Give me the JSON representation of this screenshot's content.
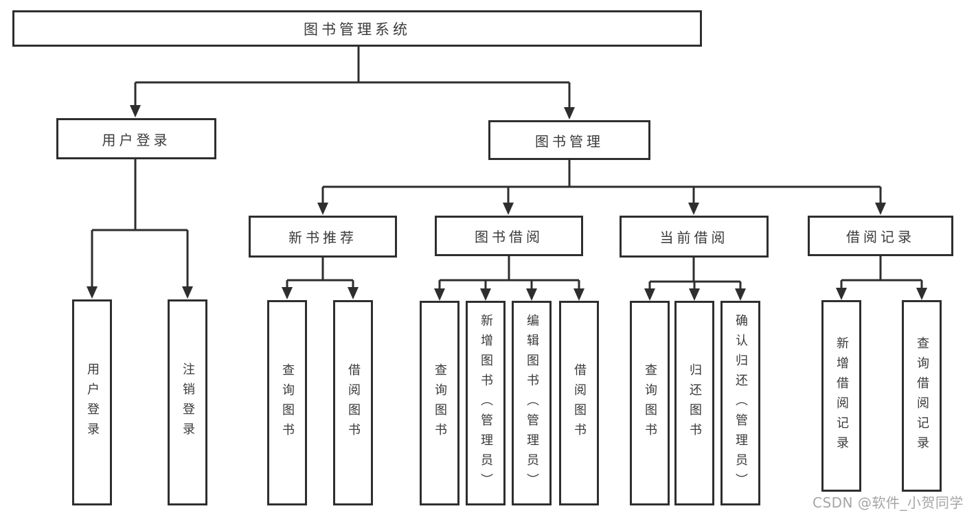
{
  "diagram_title": "图书管理系统",
  "nodes": {
    "root": "图书管理系统",
    "user_login": "用户登录",
    "book_management": "图书管理",
    "new_book_recommend": "新书推荐",
    "book_borrowing": "图书借阅",
    "current_borrowing": "当前借阅",
    "borrowing_records": "借阅记录",
    "leaf_user_login": "用户登录",
    "leaf_logout": "注销登录",
    "leaf_recommend_query_books": "查询图书",
    "leaf_recommend_borrow_books": "借阅图书",
    "leaf_borrowing_query_books": "查询图书",
    "leaf_borrowing_add_books": "新增图书（管理员）",
    "leaf_borrowing_edit_books": "编辑图书（管理员）",
    "leaf_borrowing_borrow_books": "借阅图书",
    "leaf_current_query_books": "查询图书",
    "leaf_current_return_books": "归还图书",
    "leaf_current_confirm_return": "确认归还（管理员）",
    "leaf_records_add_record": "新增借阅记录",
    "leaf_records_query_record": "查询借阅记录"
  },
  "watermark": "CSDN @软件_小贺同学",
  "colors": {
    "line": "#2e2e2e",
    "text": "#3a3a3a",
    "watermark": "#919191",
    "background": "#ffffff"
  }
}
